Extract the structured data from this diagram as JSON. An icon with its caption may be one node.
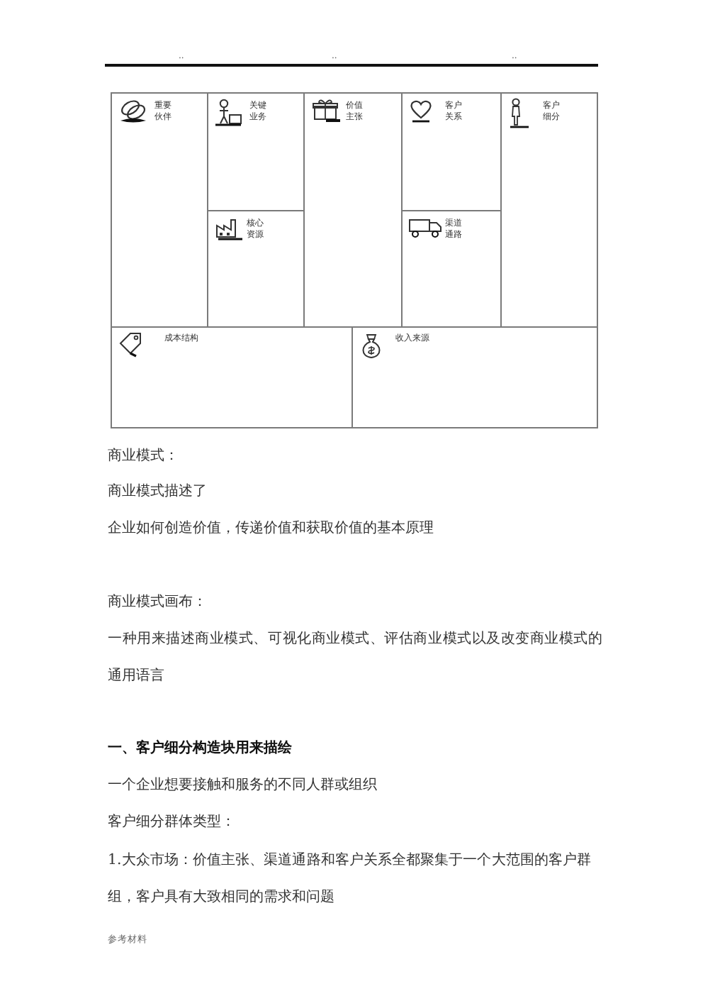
{
  "diagram": {
    "nodes": [
      {
        "text": [
          "重要伙伴"
        ]
      },
      {
        "text": [
          "关键业务"
        ]
      },
      {
        "text": [
          "价值主张"
        ]
      },
      {
        "text": [
          "客户关系"
        ]
      },
      {
        "text": [
          "客户细分"
        ]
      },
      {
        "text": [
          "核心资源"
        ]
      },
      {
        "text": [
          "渠道通路"
        ]
      },
      {
        "text": [
          "成本结构"
        ]
      },
      {
        "text": [
          "收入来源"
        ]
      }
    ],
    "labels": [
      "..",
      "..",
      "..",
      "商业模式：",
      "商业模式描述了",
      "企业如何创造价值，传递价值和获取价值的基本原理",
      "商业模式画布：",
      "一种用来描述商业模式、可视化商业模式、评估商业模式以及改变商业模式的通用语言",
      "一、客户细分构造块用来描绘",
      "一个企业想要接触和服务的不同人群或组织",
      "客户细分群体类型：",
      "1.大众市场：价值主张、渠道通路和客户关系全都聚集于一个大范围的客户群组，客户具有大致相同的需求和问题",
      "参考材料"
    ]
  }
}
